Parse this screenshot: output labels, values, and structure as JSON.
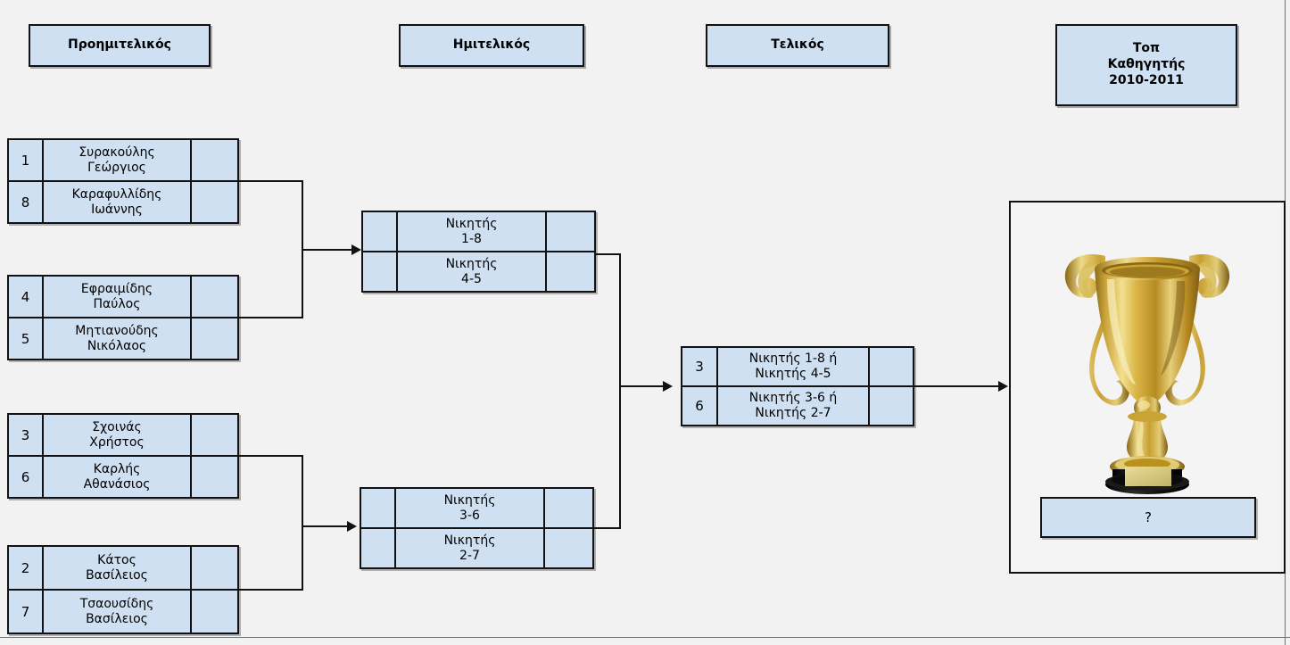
{
  "title": "Tennis tournament bracket",
  "colors": {
    "box_fill": "#cfe0f2",
    "box_border": "#121212",
    "canvas_bg": "#f2f2f2",
    "connector": "#121212",
    "trophy_gold": "#d4af37",
    "trophy_base": "#111111"
  },
  "headers": [
    {
      "name": "quarterfinals",
      "lines": [
        "Προημιτελικός"
      ]
    },
    {
      "name": "semifinals",
      "lines": [
        "Ημιτελικός"
      ]
    },
    {
      "name": "final",
      "lines": [
        "Τελικός"
      ]
    },
    {
      "name": "champion",
      "lines": [
        "Τοπ",
        "Καθηγητής",
        "2010-2011"
      ]
    }
  ],
  "quarterfinals": [
    {
      "name": "qf-1",
      "rows": [
        {
          "seed": "1",
          "lines": [
            "Συρακούλης",
            "Γεώργιος"
          ],
          "score": ""
        },
        {
          "seed": "8",
          "lines": [
            "Καραφυλλίδης",
            "Ιωάννης"
          ],
          "score": ""
        }
      ]
    },
    {
      "name": "qf-2",
      "rows": [
        {
          "seed": "4",
          "lines": [
            "Εφραιμίδης",
            "Παύλος"
          ],
          "score": ""
        },
        {
          "seed": "5",
          "lines": [
            "Μητιανούδης",
            "Νικόλαος"
          ],
          "score": ""
        }
      ]
    },
    {
      "name": "qf-3",
      "rows": [
        {
          "seed": "3",
          "lines": [
            "Σχοινάς",
            "Χρήστος"
          ],
          "score": ""
        },
        {
          "seed": "6",
          "lines": [
            "Καρλής",
            "Αθανάσιος"
          ],
          "score": ""
        }
      ]
    },
    {
      "name": "qf-4",
      "rows": [
        {
          "seed": "2",
          "lines": [
            "Κάτος",
            "Βασίλειος"
          ],
          "score": ""
        },
        {
          "seed": "7",
          "lines": [
            "Τσαουσίδης",
            "Βασίλειος"
          ],
          "score": ""
        }
      ]
    }
  ],
  "semifinals": [
    {
      "name": "sf-1",
      "rows": [
        {
          "seed": "",
          "lines": [
            "Νικητής",
            "1-8"
          ],
          "score": ""
        },
        {
          "seed": "",
          "lines": [
            "Νικητής",
            "4-5"
          ],
          "score": ""
        }
      ]
    },
    {
      "name": "sf-2",
      "rows": [
        {
          "seed": "",
          "lines": [
            "Νικητής",
            "3-6"
          ],
          "score": ""
        },
        {
          "seed": "",
          "lines": [
            "Νικητής",
            "2-7"
          ],
          "score": ""
        }
      ]
    }
  ],
  "final": {
    "name": "final-match",
    "rows": [
      {
        "seed": "3",
        "lines": [
          "Νικητής 1-8 ή",
          "Νικητής 4-5"
        ],
        "score": ""
      },
      {
        "seed": "6",
        "lines": [
          "Νικητής 3-6 ή",
          "Νικητής 2-7"
        ],
        "score": ""
      }
    ]
  },
  "champion": {
    "winner_label": "?",
    "trophy_icon": "trophy-icon"
  }
}
